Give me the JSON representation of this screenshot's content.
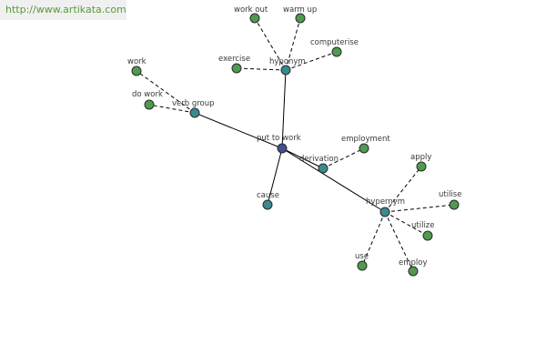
{
  "watermark": "http://www.artikata.com",
  "colors": {
    "center": "#3f4f95",
    "relation": "#3a8a8c",
    "leaf": "#4f9a4f"
  },
  "center": {
    "name": "center-node",
    "label": "put to work"
  },
  "relations": [
    {
      "name": "relation-node-hyponym",
      "label": "hyponym"
    },
    {
      "name": "relation-node-verb-group",
      "label": "verb group"
    },
    {
      "name": "relation-node-derivation",
      "label": "derivation"
    },
    {
      "name": "relation-node-cause",
      "label": "cause"
    },
    {
      "name": "relation-node-hypernym",
      "label": "hypernym"
    }
  ],
  "leaves": [
    {
      "name": "leaf-node-work-out",
      "label": "work out",
      "relation": "hyponym"
    },
    {
      "name": "leaf-node-warm-up",
      "label": "warm up",
      "relation": "hyponym"
    },
    {
      "name": "leaf-node-computerise",
      "label": "computerise",
      "relation": "hyponym"
    },
    {
      "name": "leaf-node-exercise",
      "label": "exercise",
      "relation": "hyponym"
    },
    {
      "name": "leaf-node-work",
      "label": "work",
      "relation": "verb group"
    },
    {
      "name": "leaf-node-do-work",
      "label": "do work",
      "relation": "verb group"
    },
    {
      "name": "leaf-node-employment",
      "label": "employment",
      "relation": "derivation"
    },
    {
      "name": "leaf-node-apply",
      "label": "apply",
      "relation": "hypernym"
    },
    {
      "name": "leaf-node-utilise",
      "label": "utilise",
      "relation": "hypernym"
    },
    {
      "name": "leaf-node-utilize",
      "label": "utilize",
      "relation": "hypernym"
    },
    {
      "name": "leaf-node-use",
      "label": "use",
      "relation": "hypernym"
    },
    {
      "name": "leaf-node-employ",
      "label": "employ",
      "relation": "hypernym"
    }
  ]
}
